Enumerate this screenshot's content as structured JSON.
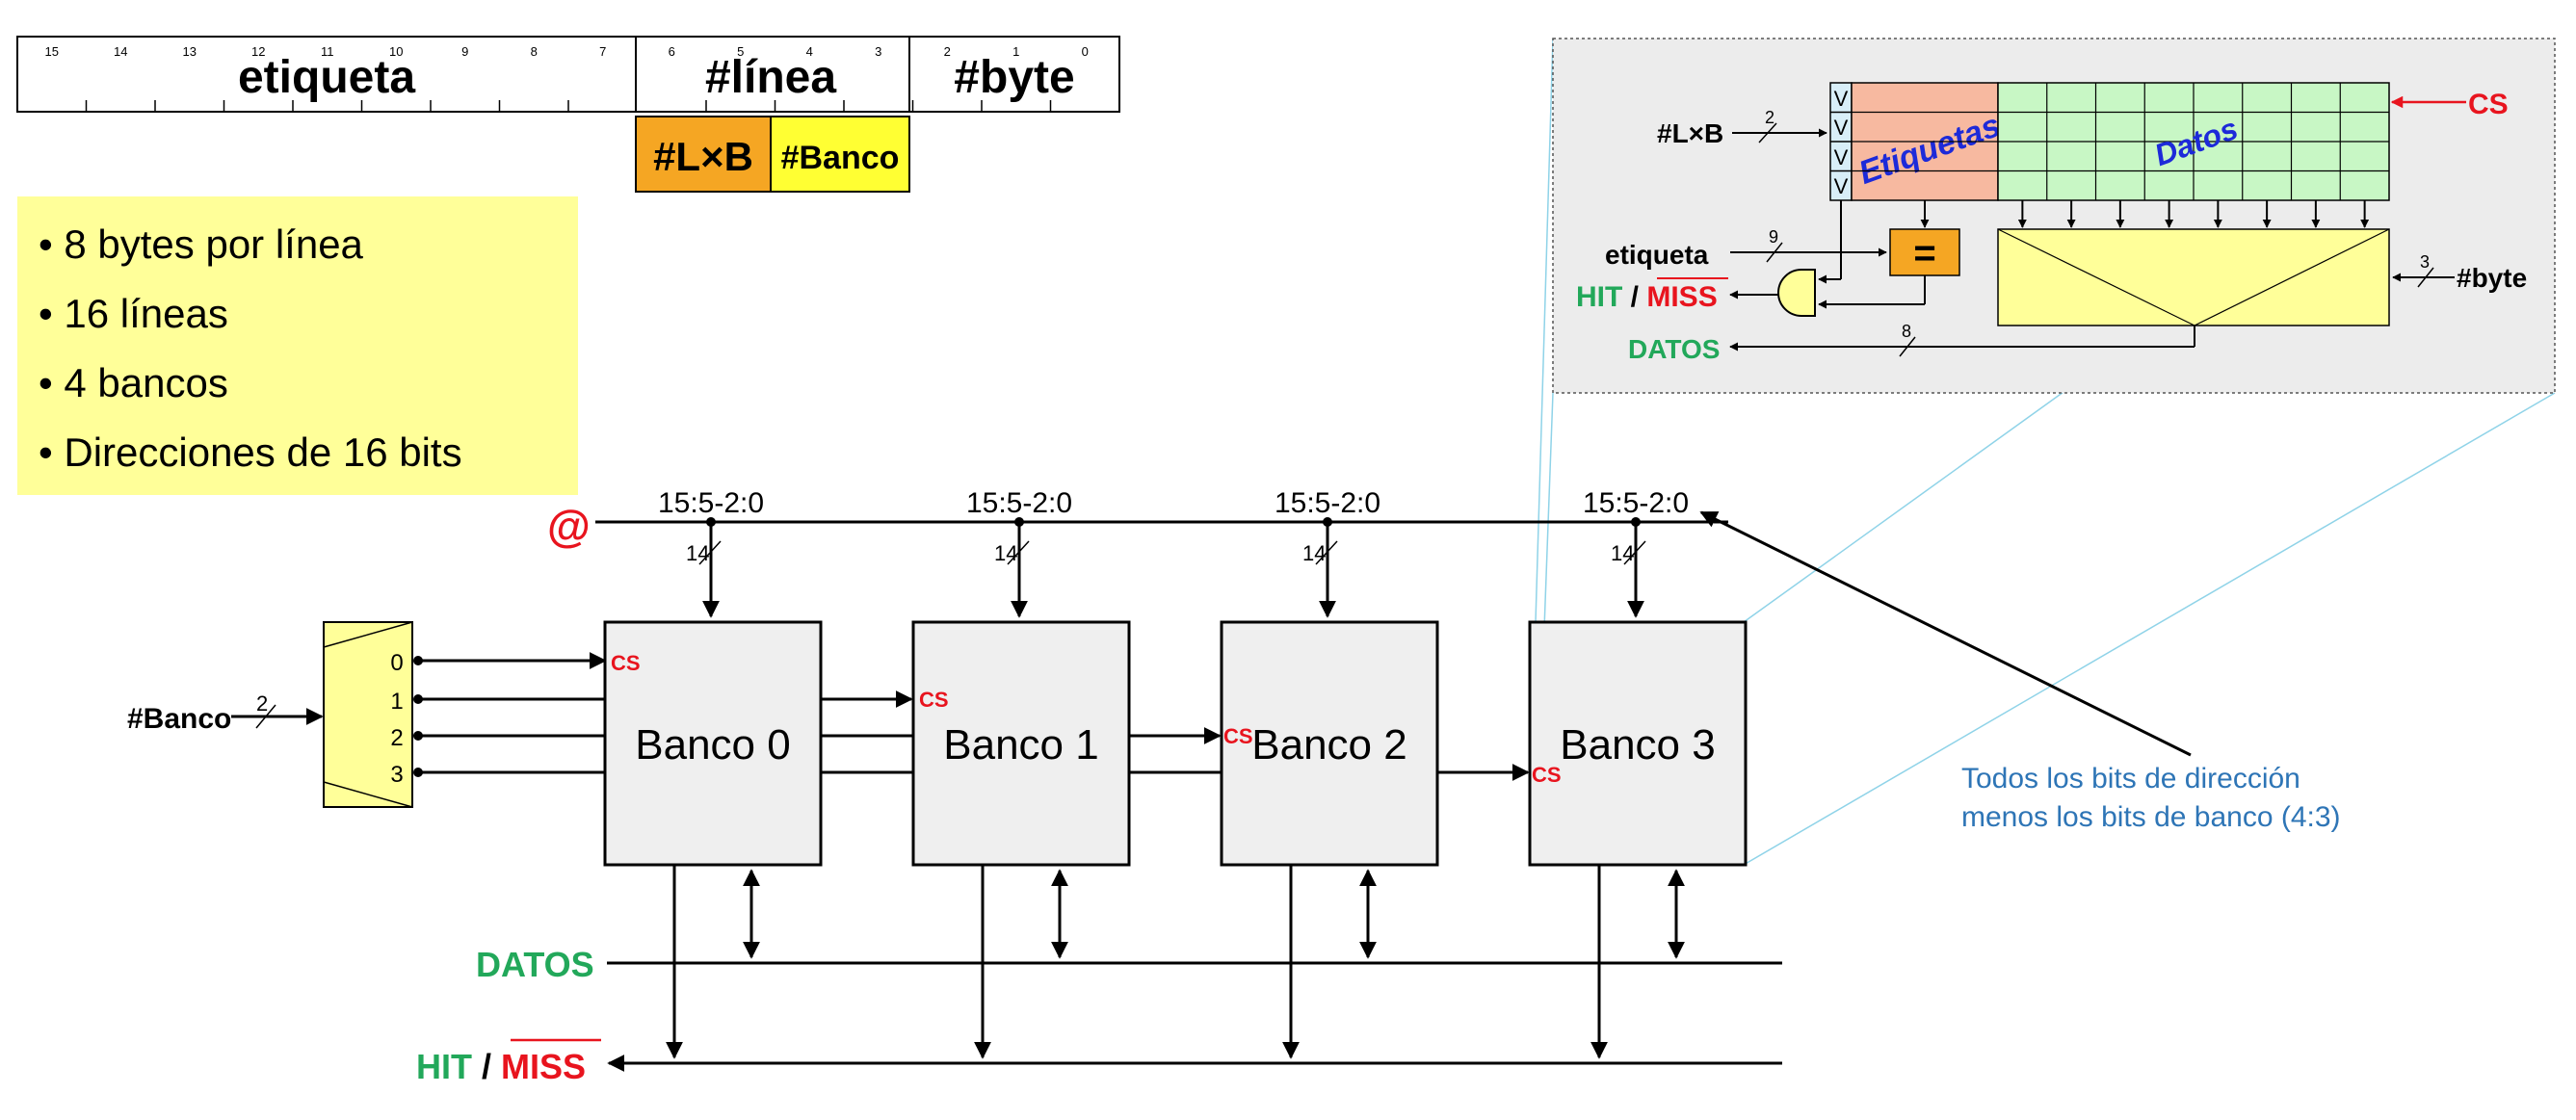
{
  "address_format": {
    "bit_numbers": [
      "15",
      "14",
      "13",
      "12",
      "11",
      "10",
      "9",
      "8",
      "7",
      "6",
      "5",
      "4",
      "3",
      "2",
      "1",
      "0"
    ],
    "fields": {
      "tag": "etiqueta",
      "line": "#línea",
      "byte": "#byte"
    },
    "sub_fields": {
      "lxb": "#L×B",
      "bank": "#Banco"
    }
  },
  "specs": [
    "8 bytes por línea",
    "16 líneas",
    "4 bancos",
    "Direcciones de 16 bits"
  ],
  "bus": {
    "address_symbol": "@",
    "address_label": "15:5-2:0",
    "address_width": "14",
    "bank_select_label": "#Banco",
    "bank_select_width": "2",
    "decoder_outputs": [
      "0",
      "1",
      "2",
      "3"
    ],
    "cs_label": "CS",
    "data_label": "DATOS",
    "hit_label": "HIT",
    "slash": "/",
    "miss_label": "MISS"
  },
  "banks": [
    "Banco 0",
    "Banco 1",
    "Banco 2",
    "Banco 3"
  ],
  "annotation": {
    "line1": "Todos los bits de dirección",
    "line2": "menos los bits de banco (4:3)"
  },
  "detail": {
    "lxb_label": "#L×B",
    "lxb_width": "2",
    "valid_bits": [
      "V",
      "V",
      "V",
      "V"
    ],
    "tags_label": "Etiquetas",
    "data_label": "Datos",
    "cs_label": "CS",
    "tag_label": "etiqueta",
    "tag_width": "9",
    "comparator": "=",
    "hit_label": "HIT",
    "slash": "/",
    "miss_label": "MISS",
    "byte_label": "#byte",
    "byte_width": "3",
    "data_out_label": "DATOS",
    "data_out_width": "8"
  },
  "colors": {
    "green": "#22a85a",
    "red": "#e8141e",
    "blue": "#1d2ad9",
    "annotation": "#2e75b6",
    "orange": "#f5a623",
    "yellow": "#ffff33",
    "spec_bg": "#ffff99",
    "tag_bg": "#f7b9a0",
    "data_bg": "#c8f7c5"
  }
}
